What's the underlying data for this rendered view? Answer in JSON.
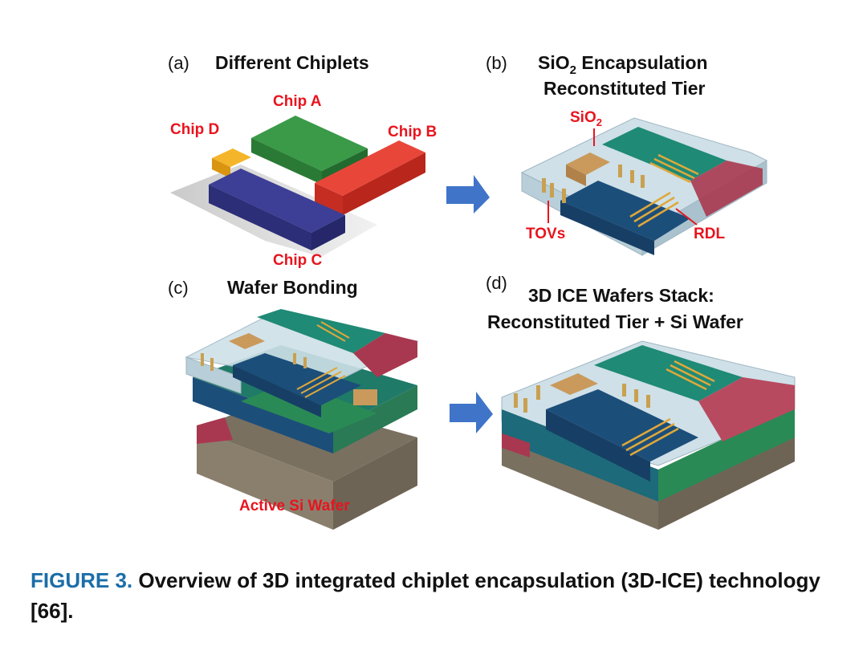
{
  "panels": {
    "a": {
      "label": "(a)",
      "title": "Different Chiplets",
      "chips": {
        "a": "Chip A",
        "b": "Chip B",
        "c": "Chip C",
        "d": "Chip D"
      }
    },
    "b": {
      "label": "(b)",
      "title_prefix": "SiO",
      "title_sub": "2",
      "title_rest": " Encapsulation",
      "title_line2": "Reconstituted Tier",
      "sio2_prefix": "SiO",
      "sio2_sub": "2",
      "tovs": "TOVs",
      "rdl": "RDL"
    },
    "c": {
      "label": "(c)",
      "title": "Wafer Bonding",
      "wafer": "Active Si Wafer"
    },
    "d": {
      "label": "(d)",
      "title_line1": "3D ICE Wafers Stack:",
      "title_line2": "Reconstituted Tier + Si Wafer"
    }
  },
  "caption": {
    "figure": "FIGURE 3.",
    "text": " Overview of 3D integrated chiplet encapsulation (3D-ICE) technology [66]."
  },
  "colors": {
    "green": "#2e8b3e",
    "red": "#e03a2e",
    "blue": "#35378a",
    "yellow": "#f0a818",
    "arrow": "#3f74c9",
    "caption_blue": "#1b6ea8"
  }
}
